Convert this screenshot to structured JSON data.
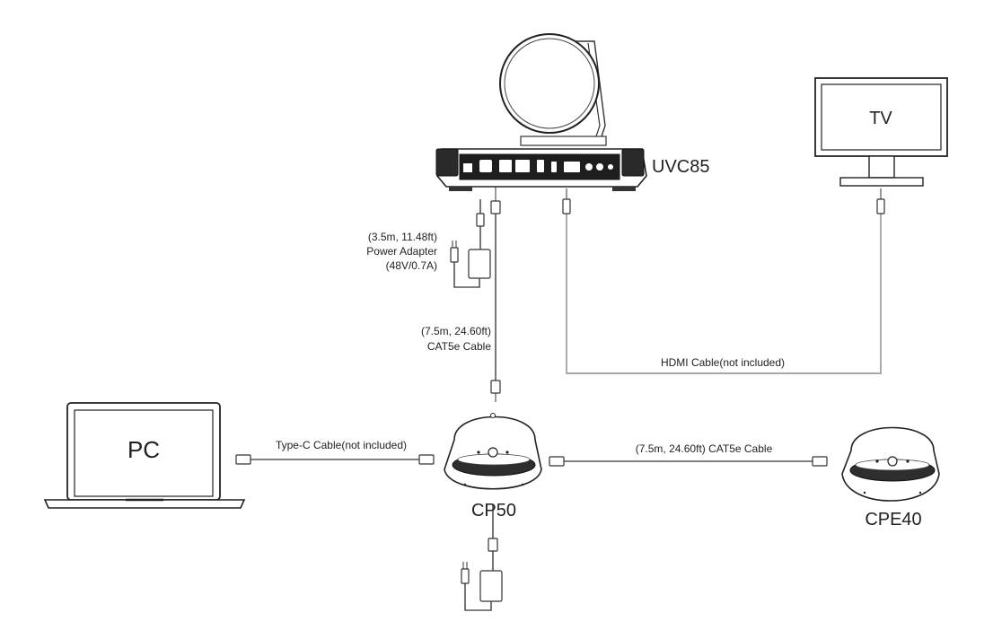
{
  "devices": {
    "camera": "UVC85",
    "tv": "TV",
    "pc": "PC",
    "cp50": "CP50",
    "cpe40": "CPE40"
  },
  "cables": {
    "power_len": "(3.5m, 11.48ft)",
    "power_name": "Power Adapter",
    "power_spec": "(48V/0.7A)",
    "cat5e_len": "(7.5m, 24.60ft)",
    "cat5e_name": "CAT5e Cable",
    "hdmi": "HDMI Cable(not included)",
    "typec": "Type-C Cable(not included)",
    "cat5e_ext": "(7.5m, 24.60ft) CAT5e Cable"
  },
  "colors": {
    "line": "#555555",
    "device_dark": "#2a2a2a",
    "outline": "#333333"
  }
}
